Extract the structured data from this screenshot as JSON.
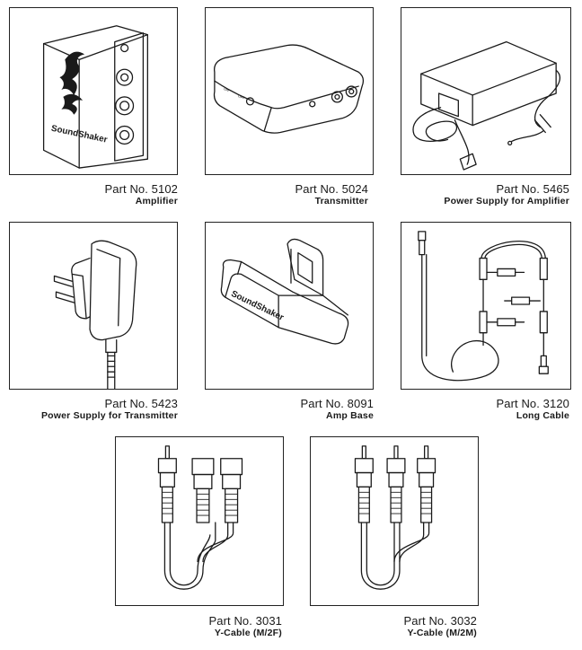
{
  "parts": [
    {
      "part_no": "Part No. 5102",
      "name": "Amplifier"
    },
    {
      "part_no": "Part No. 5024",
      "name": "Transmitter"
    },
    {
      "part_no": "Part No. 5465",
      "name": "Power Supply for Amplifier"
    },
    {
      "part_no": "Part No. 5423",
      "name": "Power Supply for Transmitter"
    },
    {
      "part_no": "Part No. 8091",
      "name": "Amp Base"
    },
    {
      "part_no": "Part No. 3120",
      "name": "Long Cable"
    },
    {
      "part_no": "Part No. 3031",
      "name": "Y-Cable (M/2F)"
    },
    {
      "part_no": "Part No. 3032",
      "name": "Y-Cable (M/2M)"
    }
  ],
  "brand_text": "SoundShaker",
  "colors": {
    "line": "#1a1a1a",
    "background": "#ffffff"
  }
}
